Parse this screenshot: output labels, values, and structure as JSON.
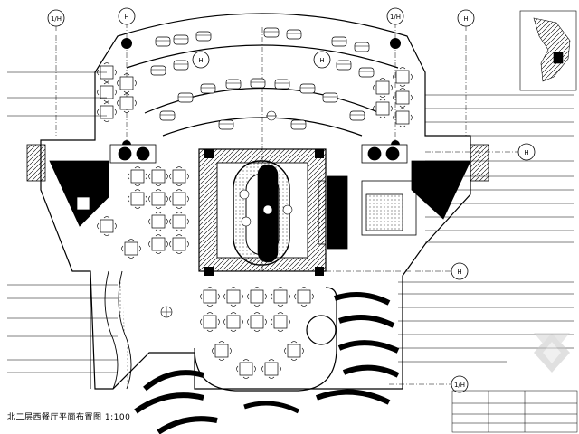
{
  "drawing": {
    "caption": "北二层西餐厅平面布置图",
    "caption_scale": "1:100",
    "axis_tags": [
      "1/H",
      "H",
      "H",
      "1/H",
      "H",
      "H",
      "H",
      "H",
      "1/H"
    ],
    "watermark": "watermark-logo"
  },
  "colors": {
    "ink": "#000000",
    "paper": "#ffffff",
    "watermark": "#c8c8c8"
  }
}
